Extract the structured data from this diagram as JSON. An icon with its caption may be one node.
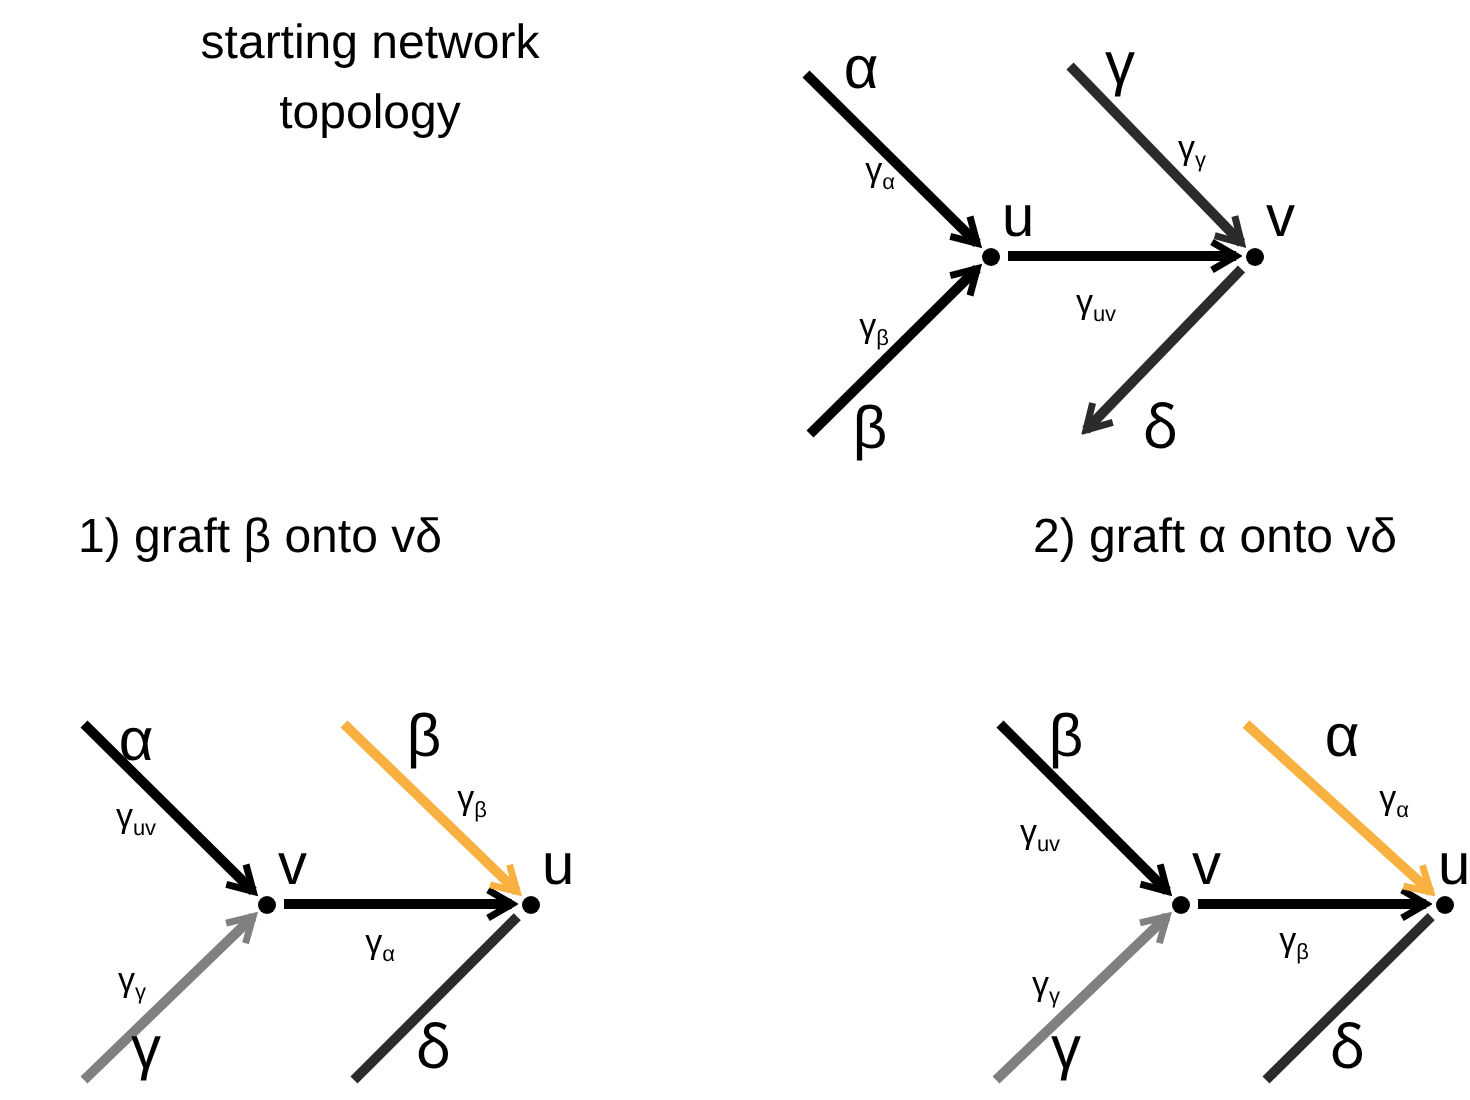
{
  "diagram": {
    "nodes": [
      {
        "text": [
          "α"
        ]
      },
      {
        "text": [
          "β"
        ]
      },
      {
        "text": [],
        "shape": "circle",
        "beside": [
          "u"
        ]
      },
      {
        "text": [
          "γ"
        ]
      },
      {
        "text": [],
        "shape": "circle",
        "beside": [
          "v"
        ]
      },
      {
        "text": [
          "ẟ"
        ]
      },
      {
        "text": [
          "α"
        ]
      },
      {
        "text": [
          "β"
        ]
      },
      {
        "text": [
          "γ"
        ]
      },
      {
        "text": [],
        "shape": "circle",
        "beside": [
          "v"
        ]
      },
      {
        "text": [],
        "shape": "circle",
        "beside": [
          "u"
        ]
      },
      {
        "text": [
          "ẟ"
        ]
      },
      {
        "text": [
          "β"
        ]
      },
      {
        "text": [
          "α"
        ]
      },
      {
        "text": [
          "γ"
        ]
      },
      {
        "text": [],
        "shape": "circle",
        "beside": [
          "v"
        ]
      },
      {
        "text": [],
        "shape": "circle",
        "beside": [
          "u"
        ]
      },
      {
        "text": [
          "ẟ"
        ]
      }
    ],
    "edges": [
      {
        "from": 0,
        "to": 2,
        "arrow": "to",
        "label": "γ$_{α}$"
      },
      {
        "from": 1,
        "to": 2,
        "arrow": "to",
        "label": "γ$_{β}$"
      },
      {
        "from": 2,
        "to": 4,
        "arrow": "to",
        "label": "γ$_{uv}$"
      },
      {
        "from": 3,
        "to": 4,
        "arrow": "to",
        "label": "γ$_{γ}$",
        "color": "#2b2b2b"
      },
      {
        "from": 4,
        "to": 5,
        "arrow": "to",
        "color": "#2b2b2b"
      },
      {
        "from": 6,
        "to": 9,
        "arrow": "to",
        "label": "γ$_{uv}$"
      },
      {
        "from": 8,
        "to": 9,
        "arrow": "to",
        "label": "γ$_{γ}$",
        "color": "#808080"
      },
      {
        "from": 9,
        "to": 10,
        "arrow": "to",
        "label": "γ$_{α}$"
      },
      {
        "from": 7,
        "to": 10,
        "arrow": "to",
        "label": "γ$_{β}$",
        "color": "#f8b040"
      },
      {
        "from": 10,
        "to": 11,
        "arrow": "none",
        "color": "#2b2b2b"
      },
      {
        "from": 12,
        "to": 15,
        "arrow": "to",
        "label": "γ$_{uv}$"
      },
      {
        "from": 14,
        "to": 15,
        "arrow": "to",
        "label": "γ$_{γ}$",
        "color": "#808080"
      },
      {
        "from": 15,
        "to": 16,
        "arrow": "to",
        "label": "γ$_{β}$"
      },
      {
        "from": 13,
        "to": 16,
        "arrow": "to",
        "label": "γ$_{α}$",
        "color": "#f8b040"
      },
      {
        "from": 16,
        "to": 17,
        "arrow": "none",
        "color": "#2b2b2b"
      }
    ],
    "labels": [
      "starting network topology",
      "1) graft β onto vδ",
      "2) graft α onto vδ"
    ]
  }
}
